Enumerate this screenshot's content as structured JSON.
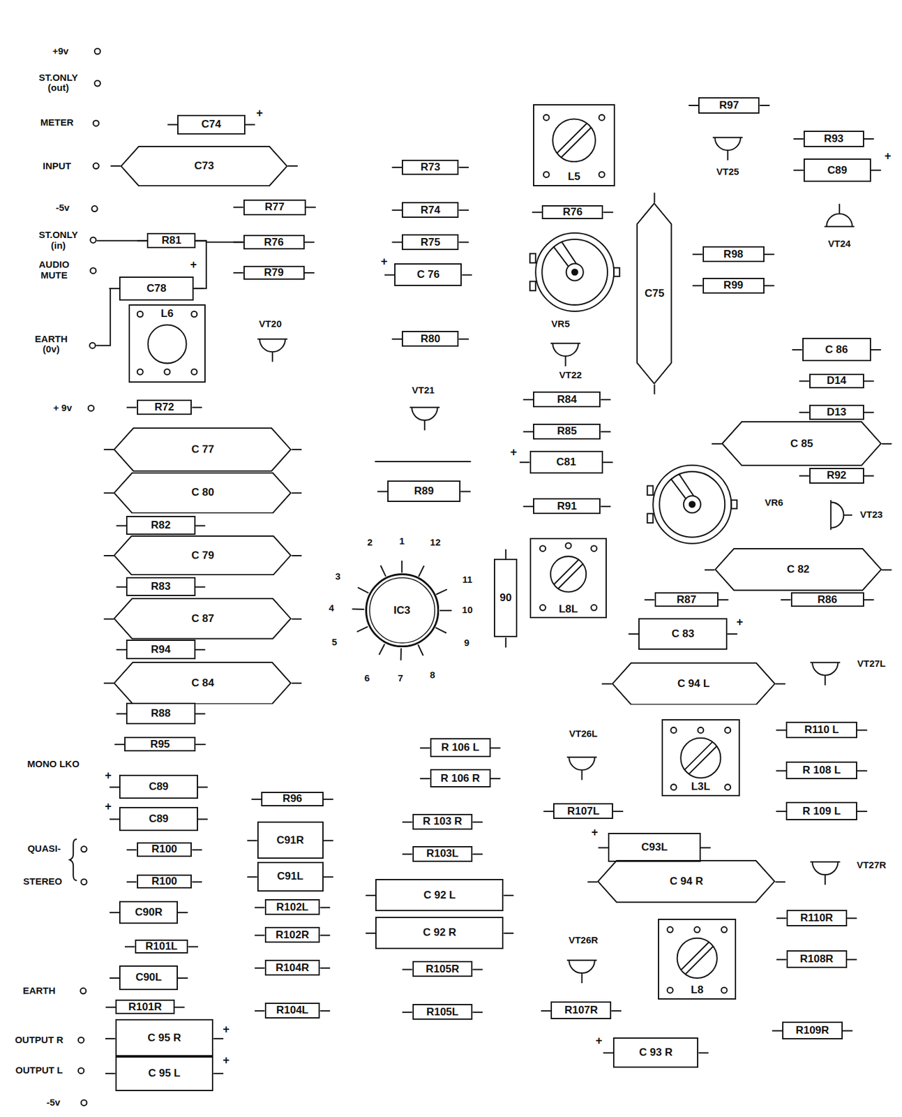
{
  "diagram": {
    "nodes": [
      {
        "text": [
          "C74"
        ]
      },
      {
        "text": [
          "C73"
        ]
      },
      {
        "text": [
          "R77"
        ]
      },
      {
        "text": [
          "R81"
        ]
      },
      {
        "text": [
          "R76"
        ]
      },
      {
        "text": [
          "R79"
        ]
      },
      {
        "text": [
          "C78"
        ]
      },
      {
        "text": [
          "L6"
        ]
      },
      {
        "text": [
          "R72"
        ]
      },
      {
        "text": [
          "C 77"
        ]
      },
      {
        "text": [
          "C 80"
        ]
      },
      {
        "text": [
          "R82"
        ]
      },
      {
        "text": [
          "C 79"
        ]
      },
      {
        "text": [
          "R83"
        ]
      },
      {
        "text": [
          "C 87"
        ]
      },
      {
        "text": [
          "R94"
        ]
      },
      {
        "text": [
          "C 84"
        ]
      },
      {
        "text": [
          "R88"
        ]
      },
      {
        "text": [
          "R95"
        ]
      },
      {
        "text": [
          "C89"
        ]
      },
      {
        "text": [
          "C89"
        ]
      },
      {
        "text": [
          "R100"
        ]
      },
      {
        "text": [
          "R100"
        ]
      },
      {
        "text": [
          "C90R"
        ]
      },
      {
        "text": [
          "R101L"
        ]
      },
      {
        "text": [
          "C90L"
        ]
      },
      {
        "text": [
          "R101R"
        ]
      },
      {
        "text": [
          "C 95 R"
        ]
      },
      {
        "text": [
          "C 95 L"
        ]
      },
      {
        "text": [
          "R96"
        ]
      },
      {
        "text": [
          "C91R"
        ]
      },
      {
        "text": [
          "C91L"
        ]
      },
      {
        "text": [
          "R102L"
        ]
      },
      {
        "text": [
          "R102R"
        ]
      },
      {
        "text": [
          "R104R"
        ]
      },
      {
        "text": [
          "R104L"
        ]
      },
      {
        "text": [
          "R73"
        ]
      },
      {
        "text": [
          "R74"
        ]
      },
      {
        "text": [
          "R75"
        ]
      },
      {
        "text": [
          "C 76"
        ]
      },
      {
        "text": [
          "R80"
        ]
      },
      {
        "text": [
          "R89"
        ]
      },
      {
        "text": [
          "IC3"
        ]
      },
      {
        "text": [
          "90"
        ]
      },
      {
        "text": [
          "R 106 L"
        ]
      },
      {
        "text": [
          "R 106 R"
        ]
      },
      {
        "text": [
          "R 103 R"
        ]
      },
      {
        "text": [
          "R103L"
        ]
      },
      {
        "text": [
          "C 92 L"
        ]
      },
      {
        "text": [
          "C 92 R"
        ]
      },
      {
        "text": [
          "R105R"
        ]
      },
      {
        "text": [
          "R105L"
        ]
      },
      {
        "text": [
          "L5"
        ]
      },
      {
        "text": [
          "R76"
        ]
      },
      {
        "text": [
          "C75"
        ]
      },
      {
        "text": [
          "R84"
        ]
      },
      {
        "text": [
          "R85"
        ]
      },
      {
        "text": [
          "C81"
        ]
      },
      {
        "text": [
          "R91"
        ]
      },
      {
        "text": [
          "L8L"
        ]
      },
      {
        "text": [
          "R107L"
        ]
      },
      {
        "text": [
          "C93L"
        ]
      },
      {
        "text": [
          "C 94 R"
        ]
      },
      {
        "text": [
          "R107R"
        ]
      },
      {
        "text": [
          "C 93 R"
        ]
      },
      {
        "text": [
          "R97"
        ]
      },
      {
        "text": [
          "R93"
        ]
      },
      {
        "text": [
          "C89"
        ]
      },
      {
        "text": [
          "R98"
        ]
      },
      {
        "text": [
          "R99"
        ]
      },
      {
        "text": [
          "C 86"
        ]
      },
      {
        "text": [
          "D14"
        ]
      },
      {
        "text": [
          "D13"
        ]
      },
      {
        "text": [
          "C 85"
        ]
      },
      {
        "text": [
          "R92"
        ]
      },
      {
        "text": [
          "C 82"
        ]
      },
      {
        "text": [
          "R87"
        ]
      },
      {
        "text": [
          "R86"
        ]
      },
      {
        "text": [
          "C 83"
        ]
      },
      {
        "text": [
          "C 94 L"
        ]
      },
      {
        "text": [
          "L3L"
        ]
      },
      {
        "text": [
          "R110 L"
        ]
      },
      {
        "text": [
          "R 108 L"
        ]
      },
      {
        "text": [
          "R 109 L"
        ]
      },
      {
        "text": [
          "R110R"
        ]
      },
      {
        "text": [
          "R108R"
        ]
      },
      {
        "text": [
          "L8"
        ]
      },
      {
        "text": [
          "R109R"
        ]
      }
    ],
    "edges": [
      {
        "from": 3,
        "to": 4,
        "arrow": "none"
      },
      {
        "from": 6,
        "to": 3,
        "arrow": "none"
      }
    ],
    "labels": [
      "+9v",
      "ST.ONLY (out)",
      "METER",
      "INPUT",
      "-5v",
      "ST.ONLY (in)",
      "AUDIO MUTE",
      "EARTH (0v)",
      "+ 9v",
      "MONO LKO",
      "QUASI-",
      "STEREO",
      "EARTH",
      "OUTPUT R",
      "OUTPUT L",
      "-5v",
      "VT20",
      "VR5",
      "VT22",
      "VT21",
      "VT25",
      "VT24",
      "VR6",
      "VT23",
      "VT27L",
      "VT26L",
      "VT27R",
      "VT26R",
      "1",
      "2",
      "12",
      "3",
      "11",
      "4",
      "10",
      "5",
      "9",
      "6",
      "7",
      "8",
      "+",
      "+",
      "+",
      "+",
      "+",
      "+",
      "+",
      "+",
      "+",
      "+",
      "+",
      "+"
    ]
  }
}
